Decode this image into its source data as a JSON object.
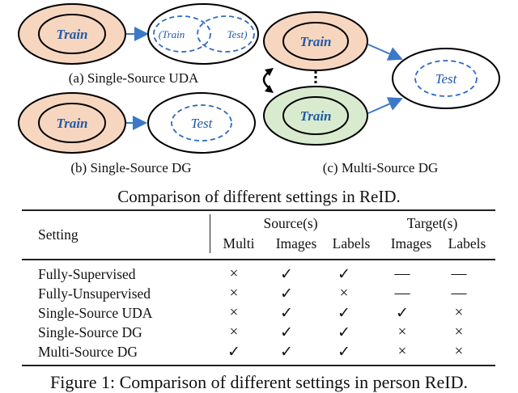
{
  "diagram": {
    "panel_a": {
      "caption": "(a) Single-Source UDA",
      "source_label": "Train",
      "target_inner_labels": [
        "(Train",
        "Test)"
      ]
    },
    "panel_b": {
      "caption": "(b) Single-Source DG",
      "source_label": "Train",
      "target_label": "Test"
    },
    "panel_c": {
      "caption": "(c) Multi-Source DG",
      "source_labels": [
        "Train",
        "Train"
      ],
      "target_label": "Test"
    },
    "colors": {
      "source_fill_orange": "#f7d6c0",
      "source_fill_green": "#d9ebcf",
      "label_blue": "#1f5aa8",
      "dash_blue": "#2e6bc0",
      "arrow_blue": "#3c78c8"
    }
  },
  "table": {
    "title": "Comparison of different settings in ReID.",
    "header": {
      "setting": "Setting",
      "source_group": "Source(s)",
      "target_group": "Target(s)",
      "columns": [
        "Multi",
        "Images",
        "Labels",
        "Images",
        "Labels"
      ]
    },
    "rows": [
      {
        "setting": "Fully-Supervised",
        "marks": [
          "×",
          "✓",
          "✓",
          "—",
          "—"
        ]
      },
      {
        "setting": "Fully-Unsupervised",
        "marks": [
          "×",
          "✓",
          "×",
          "—",
          "—"
        ]
      },
      {
        "setting": "Single-Source UDA",
        "marks": [
          "×",
          "✓",
          "✓",
          "✓",
          "×"
        ]
      },
      {
        "setting": "Single-Source DG",
        "marks": [
          "×",
          "✓",
          "✓",
          "×",
          "×"
        ]
      },
      {
        "setting": "Multi-Source DG",
        "marks": [
          "✓",
          "✓",
          "✓",
          "×",
          "×"
        ]
      }
    ]
  },
  "caption": "Figure 1: Comparison of different settings in person ReID."
}
